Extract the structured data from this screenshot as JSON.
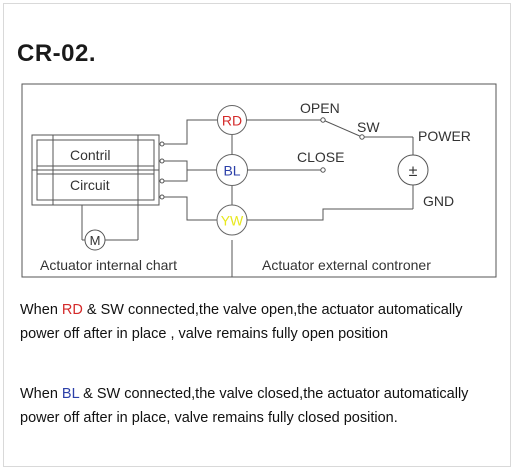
{
  "title": "CR-02.",
  "diagram": {
    "control_label_1": "Contril",
    "control_label_2": "Circuit",
    "motor_label": "M",
    "terminal_rd": "RD",
    "terminal_bl": "BL",
    "terminal_yw": "YW",
    "open_label": "OPEN",
    "close_label": "CLOSE",
    "sw_label": "SW",
    "power_label": "POWER",
    "gnd_label": "GND",
    "source_symbol": "±",
    "internal_caption": "Actuator internal chart",
    "external_caption": "Actuator external controner",
    "colors": {
      "rd": "#d42a2a",
      "bl": "#2b3fa8",
      "yw": "#e8e81e",
      "line": "#555555"
    }
  },
  "description": {
    "p1": {
      "before": "When ",
      "term": "RD",
      "line1_rest": " & SW connected,the valve open,the actuator automatically",
      "line2": "power off after in place , valve remains fully open position"
    },
    "p2": {
      "before": "When ",
      "term": "BL",
      "line1_rest": " & SW connected,the valve closed,the actuator automatically",
      "line2": "power off after in place, valve remains fully closed position."
    }
  }
}
